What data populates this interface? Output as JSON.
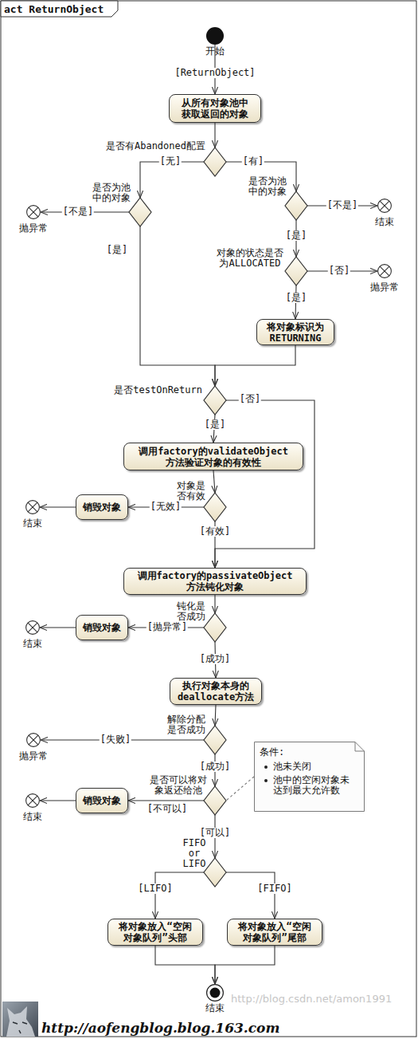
{
  "diagram": {
    "title": "act ReturnObject",
    "nodes": [
      {
        "text": [
          "开始"
        ]
      },
      {
        "text": [
          "从所有对象池中 获取返回的对象"
        ]
      },
      {
        "text": [
          "是否有Abandoned配置"
        ]
      },
      {
        "text": [
          "是否为池 中的对象"
        ]
      },
      {
        "text": [
          "抛异常"
        ]
      },
      {
        "text": [
          "是否为池 中的对象"
        ]
      },
      {
        "text": [
          "结束"
        ]
      },
      {
        "text": [
          "对象的状态是否 为ALLOCATED"
        ]
      },
      {
        "text": [
          "抛异常"
        ]
      },
      {
        "text": [
          "将对象标识为 RETURNING"
        ]
      },
      {
        "text": [
          "是否testOnReturn"
        ]
      },
      {
        "text": [
          "调用factory的validateObject 方法验证对象的有效性"
        ]
      },
      {
        "text": [
          "对象是 否有效"
        ]
      },
      {
        "text": [
          "销毁对象"
        ]
      },
      {
        "text": [
          "结束"
        ]
      },
      {
        "text": [
          "调用factory的passivateObject 方法钝化对象"
        ]
      },
      {
        "text": [
          "钝化是 否成功"
        ]
      },
      {
        "text": [
          "销毁对象"
        ]
      },
      {
        "text": [
          "结束"
        ]
      },
      {
        "text": [
          "执行对象本身的 deallocate方法"
        ]
      },
      {
        "text": [
          "解除分配 是否成功"
        ]
      },
      {
        "text": [
          "抛异常"
        ]
      },
      {
        "text": [
          "是否可以将对 象返还给池"
        ]
      },
      {
        "text": [
          "销毁对象"
        ]
      },
      {
        "text": [
          "结束"
        ]
      },
      {
        "text": [
          "条件:",
          "池未关闭",
          "池中的空闲对象未 达到最大允许数"
        ]
      },
      {
        "text": [
          "FIFO or LIFO"
        ]
      },
      {
        "text": [
          "将对象放入“空闲 对象队列”头部"
        ]
      },
      {
        "text": [
          "将对象放入“空闲 对象队列”尾部"
        ]
      },
      {
        "text": [
          "结束"
        ]
      }
    ],
    "edges": [
      {
        "from": 0,
        "to": 1,
        "label": "[ReturnObject]",
        "arrow": "to"
      },
      {
        "from": 1,
        "to": 2,
        "arrow": "to"
      },
      {
        "from": 2,
        "to": 3,
        "label": "[无]",
        "arrow": "to"
      },
      {
        "from": 2,
        "to": 5,
        "label": "[有]",
        "arrow": "to"
      },
      {
        "from": 3,
        "to": 4,
        "label": "[不是]",
        "arrow": "to"
      },
      {
        "from": 3,
        "to": 10,
        "label": "[是]",
        "arrow": "to"
      },
      {
        "from": 5,
        "to": 6,
        "label": "[不是]",
        "arrow": "to"
      },
      {
        "from": 5,
        "to": 7,
        "label": "[是]",
        "arrow": "to"
      },
      {
        "from": 7,
        "to": 8,
        "label": "[否]",
        "arrow": "to"
      },
      {
        "from": 7,
        "to": 9,
        "label": "[是]",
        "arrow": "to"
      },
      {
        "from": 9,
        "to": 10,
        "arrow": "to"
      },
      {
        "from": 10,
        "to": 11,
        "label": "[是]",
        "arrow": "to"
      },
      {
        "from": 10,
        "to": 15,
        "label": "[否]",
        "arrow": "to"
      },
      {
        "from": 11,
        "to": 12,
        "arrow": "to"
      },
      {
        "from": 12,
        "to": 13,
        "label": "[无效]",
        "arrow": "to"
      },
      {
        "from": 13,
        "to": 14,
        "arrow": "to"
      },
      {
        "from": 12,
        "to": 15,
        "label": "[有效]",
        "arrow": "to"
      },
      {
        "from": 15,
        "to": 16,
        "arrow": "to"
      },
      {
        "from": 16,
        "to": 17,
        "label": "[抛异常]",
        "arrow": "to"
      },
      {
        "from": 17,
        "to": 18,
        "arrow": "to"
      },
      {
        "from": 16,
        "to": 19,
        "label": "[成功]",
        "arrow": "to"
      },
      {
        "from": 19,
        "to": 20,
        "arrow": "to"
      },
      {
        "from": 20,
        "to": 21,
        "label": "[失败]",
        "arrow": "to"
      },
      {
        "from": 20,
        "to": 22,
        "label": "[成功]",
        "arrow": "to"
      },
      {
        "from": 22,
        "to": 23,
        "label": "[不可以]",
        "arrow": "to"
      },
      {
        "from": 23,
        "to": 24,
        "arrow": "to"
      },
      {
        "from": 25,
        "to": 22,
        "arrow": "none"
      },
      {
        "from": 22,
        "to": 26,
        "label": "[可以]",
        "arrow": "to"
      },
      {
        "from": 26,
        "to": 27,
        "label": "[LIFO]",
        "arrow": "to"
      },
      {
        "from": 26,
        "to": 28,
        "label": "[FIFO]",
        "arrow": "to"
      },
      {
        "from": 27,
        "to": 29,
        "arrow": "to"
      },
      {
        "from": 28,
        "to": 29,
        "arrow": "to"
      }
    ],
    "labels": [
      "http://blog.csdn.net/amon1991",
      "http://aofengblog.blog.163.com"
    ]
  }
}
